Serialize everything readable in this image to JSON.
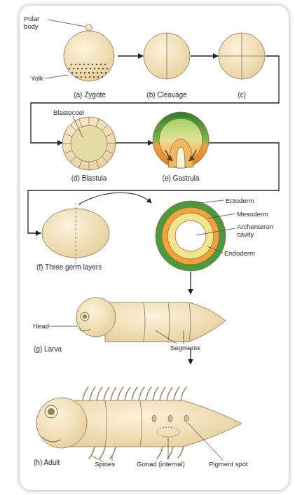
{
  "diagram": {
    "nodes": [
      {
        "text": [
          "(a) Zygote"
        ]
      },
      {
        "text": [
          "(b) Cleavage"
        ]
      },
      {
        "text": [
          "(c)"
        ]
      },
      {
        "text": [
          "(d) Blastula"
        ]
      },
      {
        "text": [
          "(e) Gastrula"
        ]
      },
      {
        "text": [
          "(f) Three germ layers"
        ]
      },
      {
        "text": [
          "(g) Larva"
        ]
      },
      {
        "text": [
          "(h) Adult"
        ]
      }
    ],
    "edges": [
      {
        "from": 0,
        "to": 1,
        "arrow": "to"
      },
      {
        "from": 1,
        "to": 2,
        "arrow": "to"
      },
      {
        "from": 2,
        "to": 3,
        "arrow": "to"
      },
      {
        "from": 3,
        "to": 4,
        "arrow": "to"
      },
      {
        "from": 4,
        "to": 5,
        "arrow": "to"
      },
      {
        "from": 5,
        "to": 6,
        "arrow": "to"
      },
      {
        "from": 6,
        "to": 7,
        "arrow": "to"
      }
    ],
    "labels": [
      "Polar body",
      "Yolk",
      "Blastocoel",
      "Ectoderm",
      "Mesoderm",
      "Archenteron cavity",
      "Endoderm",
      "Head",
      "Segments",
      "Spines",
      "Gonad (internal)",
      "Pigment spot"
    ]
  }
}
